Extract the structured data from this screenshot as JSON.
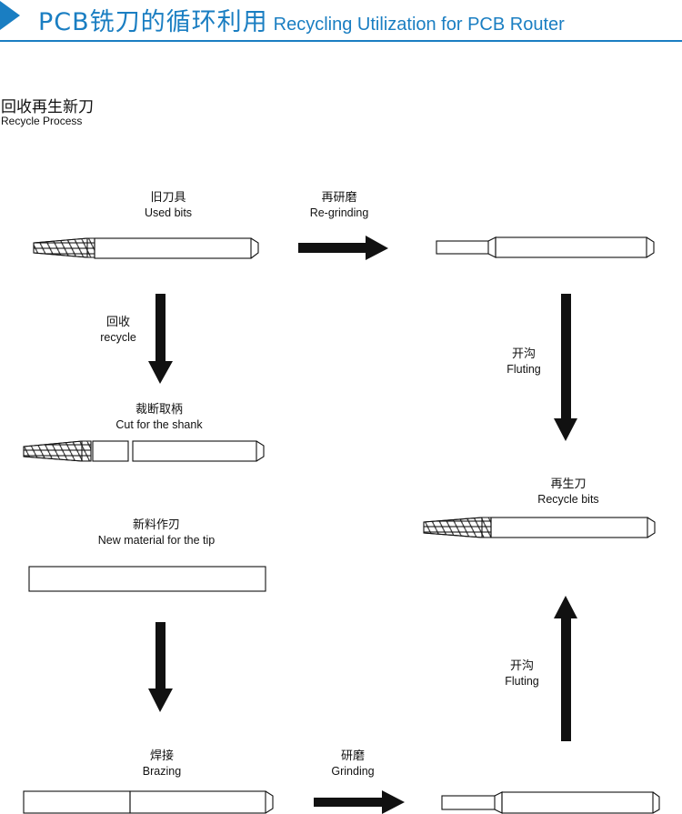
{
  "header": {
    "title_zh": "PCB铣刀的循环利用",
    "title_en": "Recycling Utilization for PCB Router",
    "accent_color": "#1a7ec2",
    "marker_icon": "play-triangle-icon"
  },
  "section": {
    "title_zh": "回收再生新刀",
    "title_en": "Recycle Process"
  },
  "steps": {
    "used": {
      "zh": "旧刀具",
      "en": "Used bits"
    },
    "regrind": {
      "zh": "再研磨",
      "en": "Re-grinding"
    },
    "recycle": {
      "zh": "回收",
      "en": "recycle"
    },
    "fluting_1": {
      "zh": "开沟",
      "en": "Fluting"
    },
    "cut": {
      "zh": "裁断取柄",
      "en": "Cut for the shank"
    },
    "recycled": {
      "zh": "再生刀",
      "en": "Recycle bits"
    },
    "material": {
      "zh": "新料作刃",
      "en": "New material for the tip"
    },
    "fluting_2": {
      "zh": "开沟",
      "en": "Fluting"
    },
    "brazing": {
      "zh": "焊接",
      "en": "Brazing"
    },
    "grinding": {
      "zh": "研磨",
      "en": "Grinding"
    }
  },
  "colors": {
    "line": "#111111",
    "arrow": "#111111"
  }
}
